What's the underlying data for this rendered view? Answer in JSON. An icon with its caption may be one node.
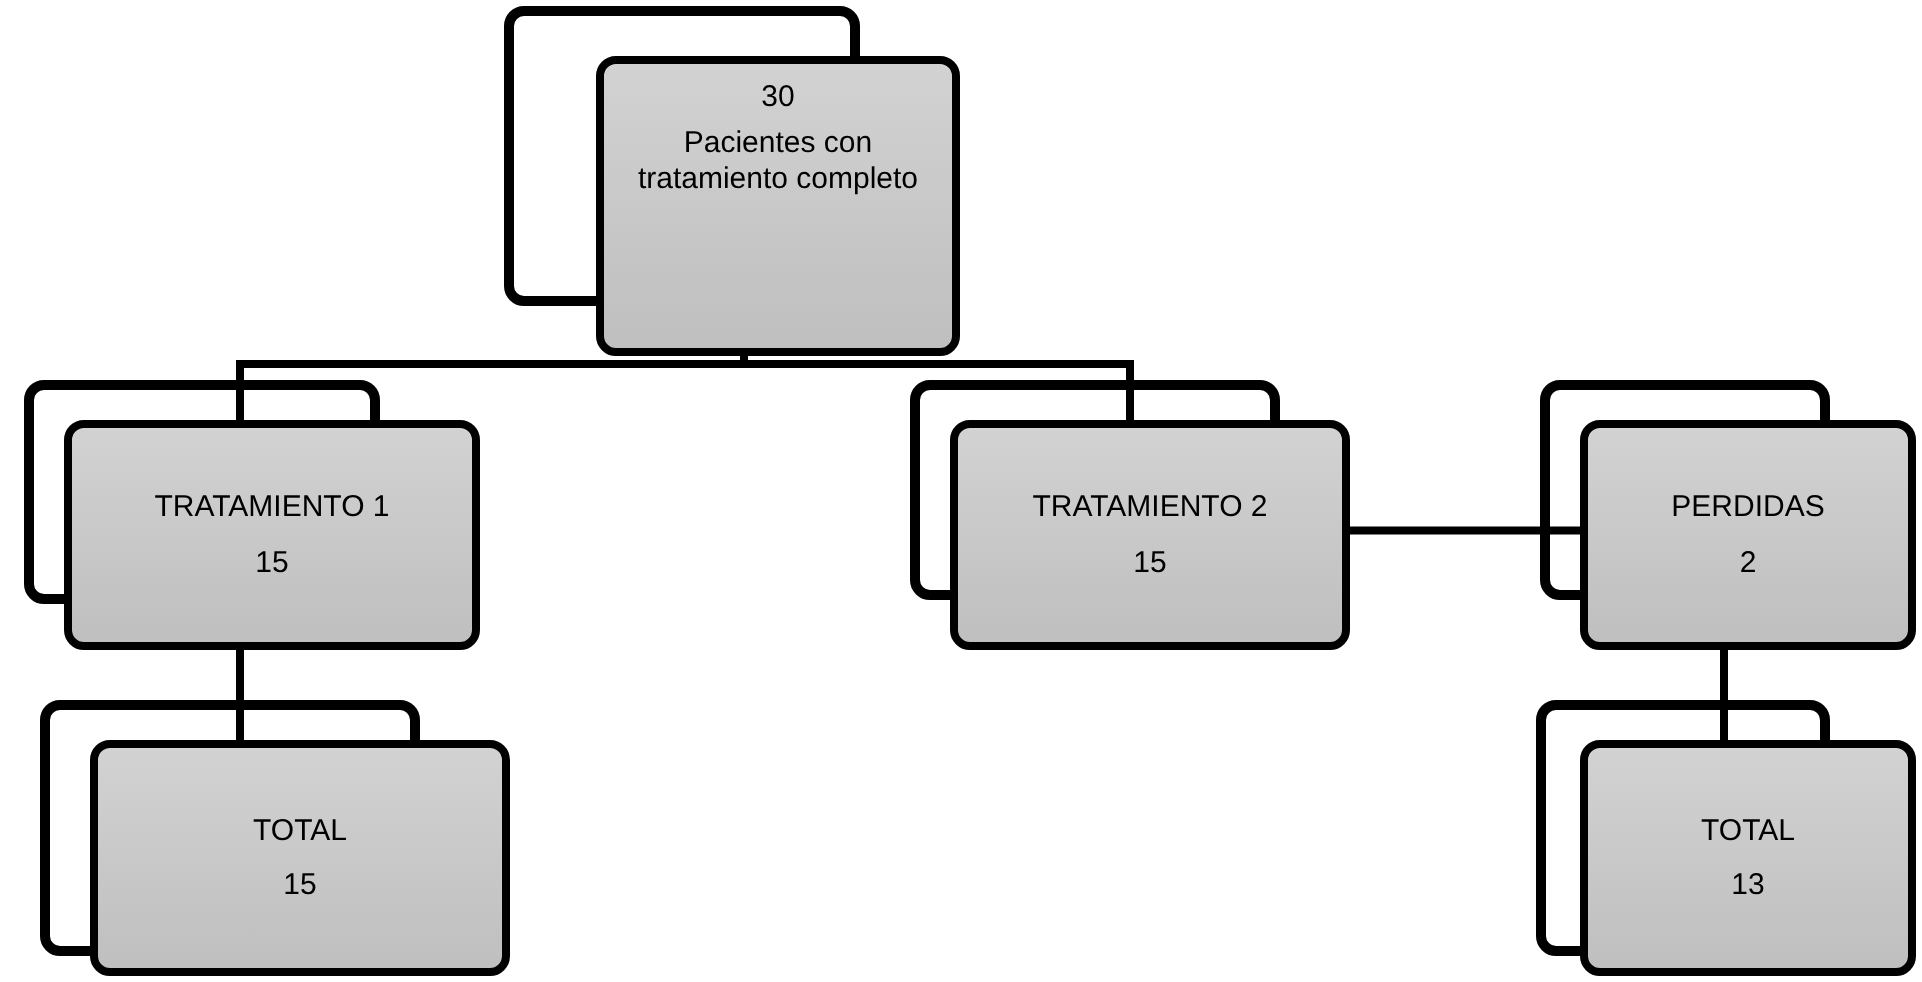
{
  "diagram": {
    "nodes": [
      {
        "text": [
          "30",
          "Pacientes con tratamiento completo"
        ]
      },
      {
        "text": [
          "TRATAMIENTO 1",
          "15"
        ]
      },
      {
        "text": [
          "TRATAMIENTO 2",
          "15"
        ]
      },
      {
        "text": [
          "PERDIDAS",
          "2"
        ]
      },
      {
        "text": [
          "TOTAL",
          "15"
        ]
      },
      {
        "text": [
          "TOTAL",
          "13"
        ]
      }
    ],
    "edges": [
      {
        "from": 0,
        "to": 1,
        "arrow": "none"
      },
      {
        "from": 0,
        "to": 2,
        "arrow": "none"
      },
      {
        "from": 2,
        "to": 3,
        "arrow": "none"
      },
      {
        "from": 1,
        "to": 4,
        "arrow": "none"
      },
      {
        "from": 3,
        "to": 5,
        "arrow": "none"
      }
    ]
  }
}
